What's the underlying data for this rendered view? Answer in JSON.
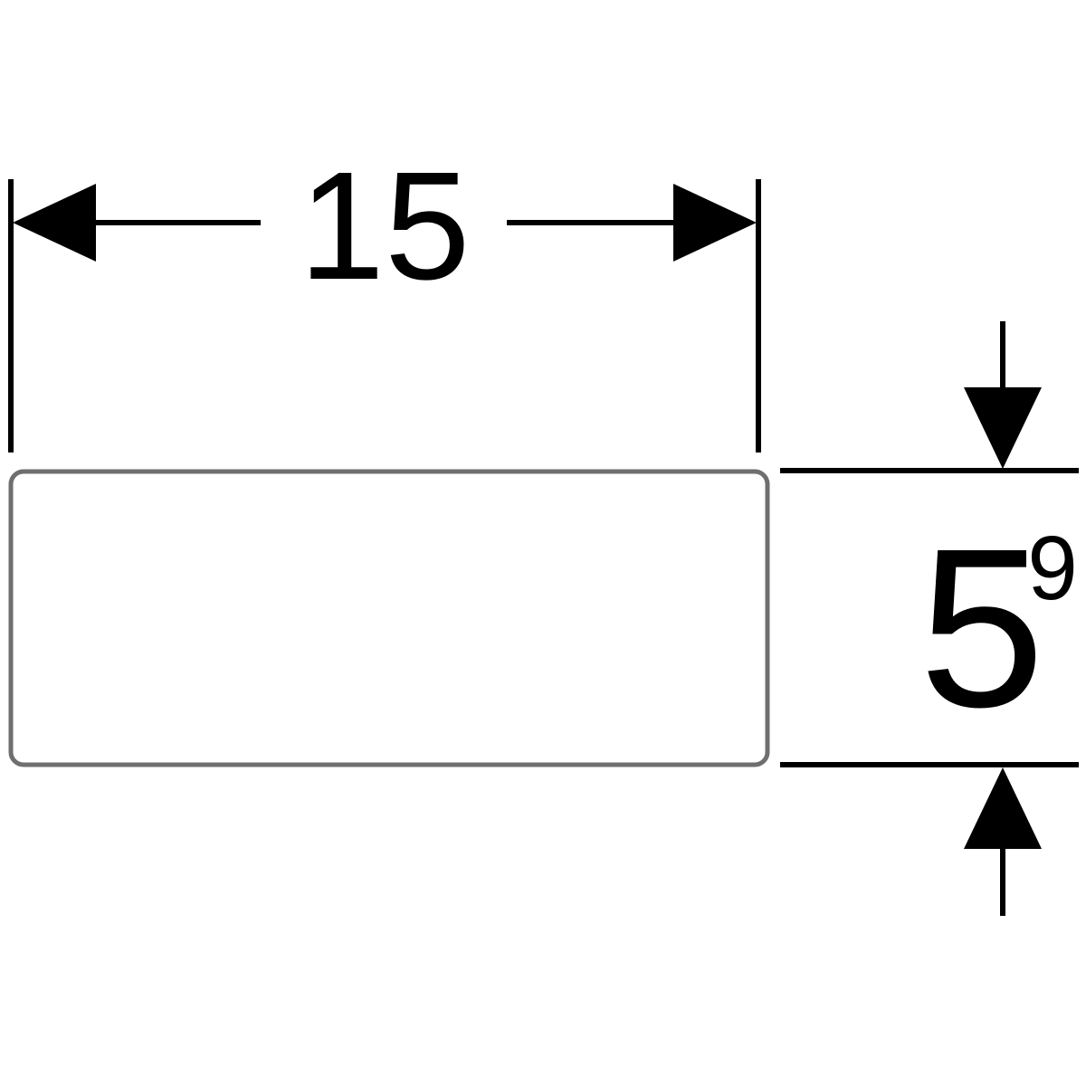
{
  "diagram": {
    "type": "technical-dimension-drawing",
    "width_dimension": {
      "label": "15"
    },
    "height_dimension": {
      "label": "5",
      "superscript": "9"
    },
    "colors": {
      "dimension_lines": "#000000",
      "part_outline": "#6f6f6f",
      "background": "#ffffff"
    }
  }
}
